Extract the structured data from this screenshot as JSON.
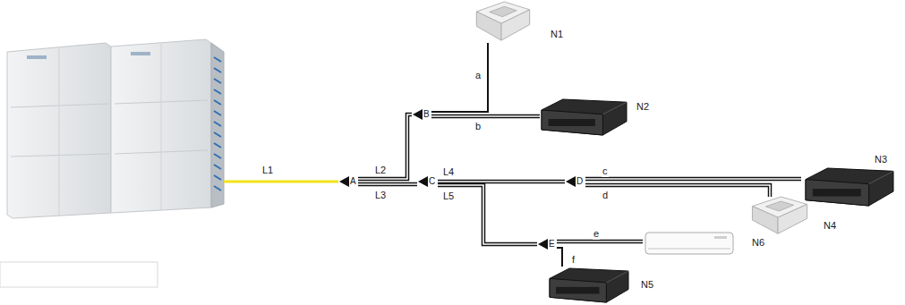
{
  "diagram": {
    "nodes": [
      {
        "text": [
          "A"
        ]
      },
      {
        "text": [
          "B"
        ]
      },
      {
        "text": [
          "C"
        ]
      },
      {
        "text": [
          "D"
        ]
      },
      {
        "text": [
          "E"
        ]
      },
      {
        "text": [
          "N1"
        ]
      },
      {
        "text": [
          "N2"
        ]
      },
      {
        "text": [
          "N3"
        ]
      },
      {
        "text": [
          "N4"
        ]
      },
      {
        "text": [
          "N6"
        ]
      },
      {
        "text": [
          "N5"
        ]
      }
    ],
    "edges": [
      {
        "from": 0,
        "to": 1,
        "label": "L2",
        "arrow": "none"
      },
      {
        "from": 0,
        "to": 2,
        "label": "L3",
        "arrow": "none"
      },
      {
        "from": 2,
        "to": 3,
        "label": "L4",
        "arrow": "none"
      },
      {
        "from": 2,
        "to": 4,
        "label": "L5",
        "arrow": "none"
      },
      {
        "from": 1,
        "to": 5,
        "label": "a",
        "arrow": "none"
      },
      {
        "from": 1,
        "to": 6,
        "label": "b",
        "arrow": "none"
      },
      {
        "from": 3,
        "to": 7,
        "label": "c",
        "arrow": "none"
      },
      {
        "from": 3,
        "to": 8,
        "label": "d",
        "arrow": "none"
      },
      {
        "from": 4,
        "to": 9,
        "label": "e",
        "arrow": "none"
      },
      {
        "from": 4,
        "to": 10,
        "label": "f",
        "arrow": "none"
      }
    ],
    "labels": [
      "L1"
    ]
  }
}
